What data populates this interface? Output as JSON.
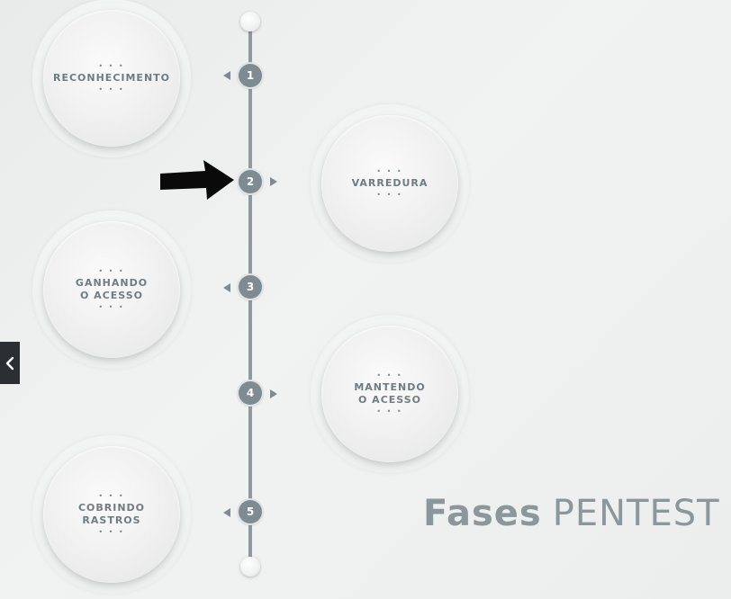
{
  "title": {
    "part1": "Fases",
    "part2": "PENTEST"
  },
  "phases": [
    {
      "number": "1",
      "lines": [
        "RECONHECIMENTO",
        ""
      ],
      "dots": "• • •",
      "side": "left"
    },
    {
      "number": "2",
      "lines": [
        "VARREDURA",
        ""
      ],
      "dots": "• • •",
      "side": "right"
    },
    {
      "number": "3",
      "lines": [
        "GANHANDO",
        "O ACESSO"
      ],
      "dots": "• • •",
      "side": "left"
    },
    {
      "number": "4",
      "lines": [
        "MANTENDO",
        "O ACESSO"
      ],
      "dots": "• • •",
      "side": "right"
    },
    {
      "number": "5",
      "lines": [
        "COBRINDO",
        "RASTROS"
      ],
      "dots": "• • •",
      "side": "left"
    }
  ],
  "pointer": {
    "icon": "black-arrow-right-icon",
    "target_step": "2"
  },
  "nav": {
    "prev_icon": "chevron-left-icon"
  },
  "colors": {
    "line": "#8e9a9e",
    "step": "#7e8b90",
    "text": "#6f7c81",
    "title": "#8a979b"
  }
}
